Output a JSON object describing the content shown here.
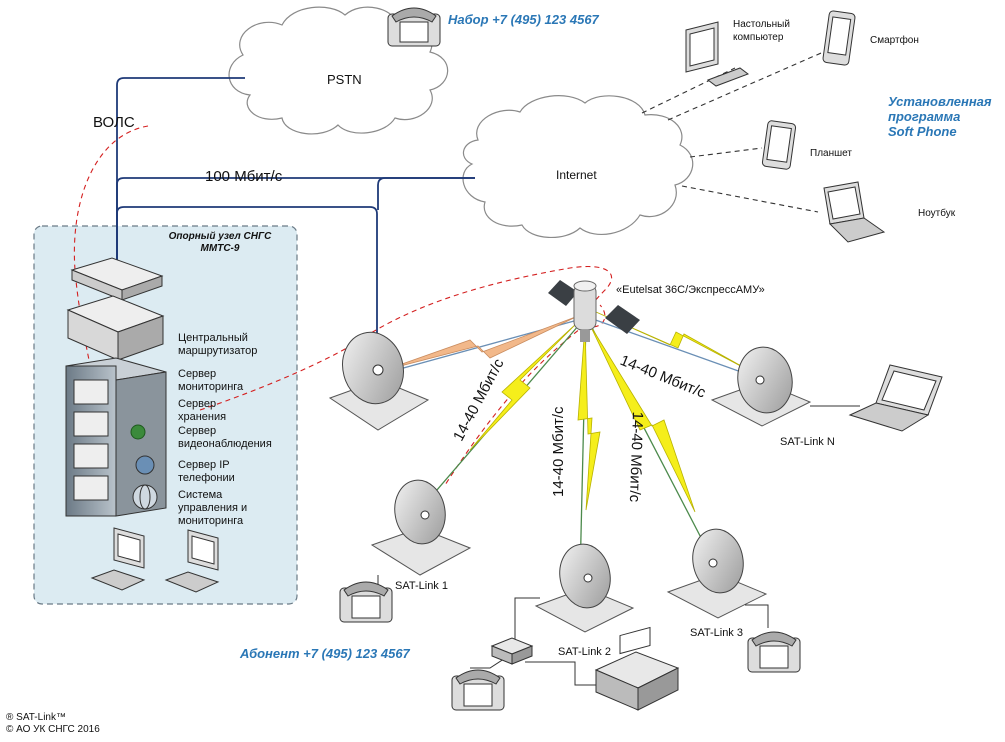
{
  "labels": {
    "dial": "Набор +7 (495) 123 4567",
    "pstn": "PSTN",
    "vols": "ВОЛС",
    "speed_100": "100 Мбит/с",
    "internet": "Internet",
    "desktop": [
      "Настольный",
      "компьютер"
    ],
    "smartphone": "Смартфон",
    "softphone": [
      "Установленная",
      "программа",
      "Soft Phone"
    ],
    "tablet": "Планшет",
    "laptop": "Ноутбук",
    "hub_title": [
      "Опорный узел СНГС",
      "ММТС-9"
    ],
    "central_router": [
      "Центральный",
      "маршрутизатор"
    ],
    "monitoring_server": [
      "Сервер",
      "мониторинга"
    ],
    "storage_server": [
      "Сервер",
      "хранения"
    ],
    "video_server": [
      "Сервер",
      "видеонаблюдения"
    ],
    "ip_server": [
      "Сервер IP",
      "телефонии"
    ],
    "control_system": [
      "Система",
      "управления и",
      "мониторинга"
    ],
    "satellite": "«Eutelsat 36C/ЭкспрессАМУ»",
    "link_speed": "14-40 Мбит/с",
    "sat_link_1": "SAT-Link 1",
    "sat_link_2": "SAT-Link 2",
    "sat_link_3": "SAT-Link 3",
    "sat_link_n": "SAT-Link N",
    "subscriber": "Абонент +7 (495) 123 4567",
    "copyright": [
      "® SAT-Link™",
      "© АО УК СНГС 2016"
    ]
  },
  "colors": {
    "accent_blue": "#2a77b6",
    "fiber_line": "#1f3a78",
    "radio_link": "#f5ee1b",
    "uplink": "#f2b88a",
    "hub_bg": "#dcebf2",
    "dashed_red": "#d42020"
  }
}
